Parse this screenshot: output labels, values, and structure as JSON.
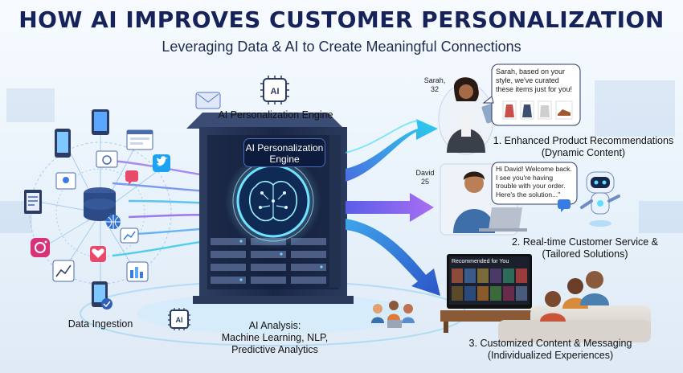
{
  "header": {
    "title": "HOW AI IMPROVES CUSTOMER PERSONALIZATION",
    "subtitle": "Leveraging Data & AI to Create Meaningful Connections"
  },
  "engine": {
    "top_label": "AI Personalization Engine",
    "screen_label": "AI Personalization Engine",
    "chip_text": "AI"
  },
  "ingestion": {
    "label": "Data Ingestion"
  },
  "analysis": {
    "label": "AI Analysis:\nMachine Learning, NLP,\nPredictive Analytics",
    "chip_text": "AI"
  },
  "outcomes": [
    {
      "label": "1. Enhanced Product Recommendations\n(Dynamic Content)",
      "person_name": "Sarah,",
      "person_age": "32",
      "bubble": "Sarah, based on your style, we've curated these items just for you!"
    },
    {
      "label": "2. Real-time Customer Service &\n(Tailored Solutions)",
      "person_name": "David",
      "person_age": "25",
      "bubble": "Hi David! Welcome back. I see you're having trouble with your order. Here's the solution...\""
    },
    {
      "label": "3. Customized Content & Messaging\n(Individualized Experiences)",
      "tv_header": "Recommended for You"
    }
  ],
  "colors": {
    "title": "#15235a",
    "arrow_cyan": "#2bc0e8",
    "arrow_blue": "#3a6fe0",
    "arrow_purple": "#9b6df0",
    "server": "#1a2848"
  },
  "icons": [
    "email-icon",
    "tablet-icon",
    "smartphone-icon",
    "browser-icon",
    "twitter-icon",
    "instagram-icon",
    "heart-icon",
    "database-icon",
    "globe-icon",
    "chart-icon",
    "robot-icon",
    "brain-icon",
    "tv-icon",
    "people-icon"
  ]
}
